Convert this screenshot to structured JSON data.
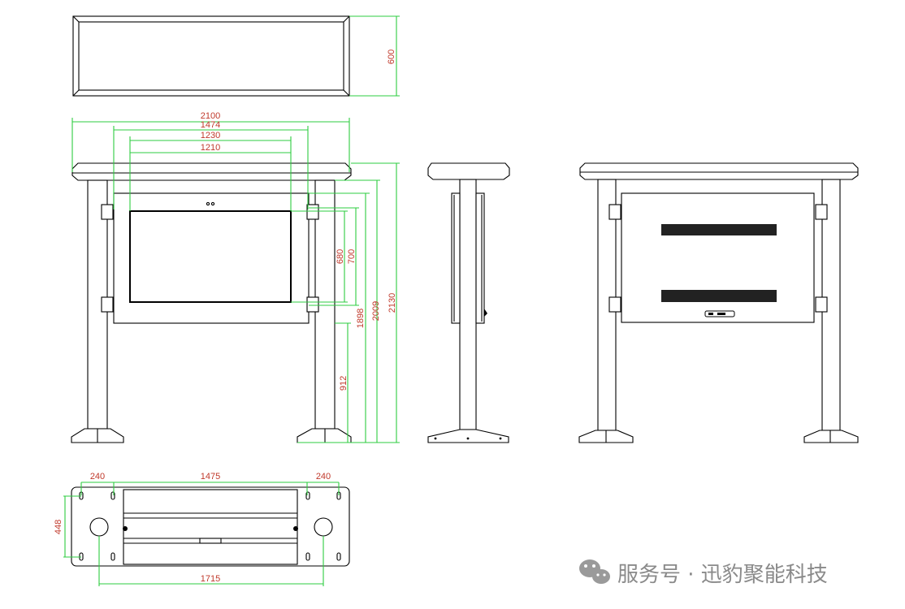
{
  "dimensions": {
    "top_view_depth": "600",
    "overall_width": "2100",
    "frame_width": "1474",
    "screen_outer_width": "1230",
    "screen_width": "1210",
    "screen_height": "680",
    "screen_outer_height": "700",
    "bottom_edge_height": "912",
    "top_edge_height": "1898",
    "panel_height": "2009",
    "overall_height": "2130",
    "leg_spacing_left": "240",
    "center_spacing": "1475",
    "leg_spacing_right": "240",
    "base_depth": "448",
    "base_pitch": "1715"
  },
  "watermark": {
    "text": "服务号 · 迅豹聚能科技",
    "icon": "wechat-icon"
  },
  "colors": {
    "dimension_text": "#c0392b",
    "dimension_line": "#2ecc40",
    "outline": "#000000"
  }
}
